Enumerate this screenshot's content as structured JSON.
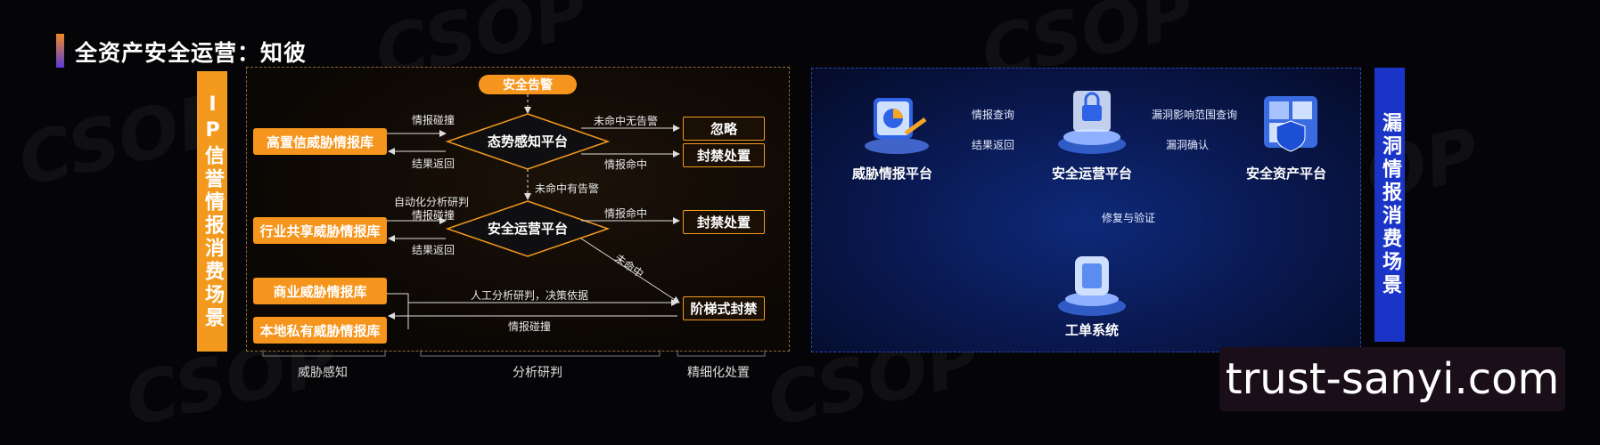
{
  "title": "全资产安全运营：知彼",
  "left_side_label": "IP信誉情报消费场景",
  "right_side_label": "漏洞情报消费场景",
  "alert": "安全告警",
  "platforms": {
    "situation": "态势感知平台",
    "secops": "安全运营平台"
  },
  "sources": [
    "高置信威胁情报库",
    "行业共享威胁情报库",
    "商业威胁情报库",
    "本地私有威胁情报库"
  ],
  "actions": {
    "ignore": "忽略",
    "block1": "封禁处置",
    "block2": "封禁处置",
    "tiered": "阶梯式封禁"
  },
  "left_edges": {
    "collide1": "情报碰撞",
    "return1": "结果返回",
    "nohit_noalert": "未命中无告警",
    "hit1": "情报命中",
    "nohit_alert": "未命中有告警",
    "auto": "自动化分析研判",
    "collide2": "情报碰撞",
    "return2": "结果返回",
    "hit2": "情报命中",
    "nohit": "未命中",
    "manual": "人工分析研判，决策依据",
    "collide3": "情报碰撞"
  },
  "bottom_labels": [
    "威胁感知",
    "分析研判",
    "精细化处置"
  ],
  "right_nodes": {
    "threat_intel": "威胁情报平台",
    "secops": "安全运营平台",
    "asset": "安全资产平台",
    "ticket": "工单系统"
  },
  "right_edges": {
    "query": "情报查询",
    "return": "结果返回",
    "vuln_query": "漏洞影响范围查询",
    "vuln_confirm": "漏洞确认",
    "fix": "修复与验证"
  },
  "watermark_text": "trust-sanyi.com",
  "bg_text": "CSOP",
  "colors": {
    "orange": "#f5951d",
    "blue": "#1b34c8"
  }
}
